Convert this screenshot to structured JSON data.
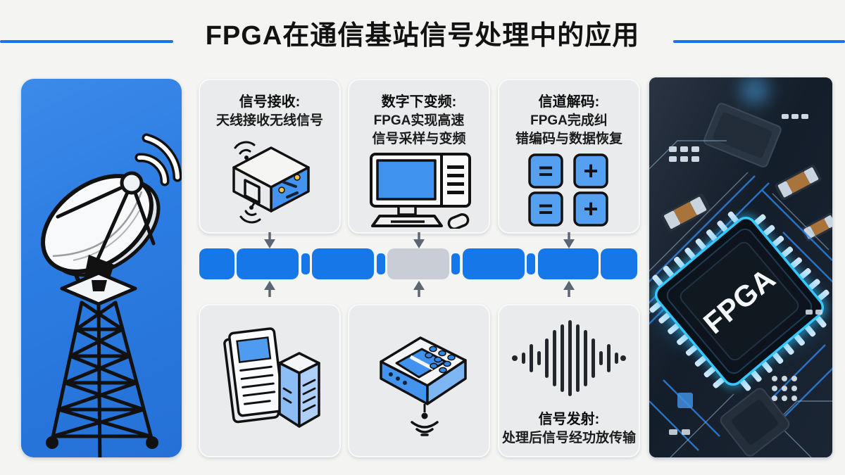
{
  "title": {
    "text": "FPGA在通信基站信号处理中的应用"
  },
  "top_cards": [
    {
      "id": "signal-receive",
      "title": "信号接收:",
      "lines": [
        "天线接收无线信号"
      ],
      "icon": "wireless-router-icon"
    },
    {
      "id": "digital-down-conversion",
      "title": "数字下变频:",
      "lines": [
        "FPGA实现高速",
        "信号采样与变频"
      ],
      "icon": "desktop-computer-icon"
    },
    {
      "id": "channel-decoding",
      "title": "信道解码:",
      "lines": [
        "FPGA完成纠",
        "错编码与数据恢复"
      ],
      "icon": "decode-keys-icon",
      "key_symbols": [
        "=",
        "+",
        "=",
        "+"
      ]
    }
  ],
  "bottom_cards": [
    {
      "id": "baseband-docs",
      "icon": "document-server-icon"
    },
    {
      "id": "rf-modem",
      "icon": "modem-device-icon"
    },
    {
      "id": "signal-transmit",
      "icon": "waveform-icon",
      "title": "信号发射:",
      "lines": [
        "处理后信号经功放传输"
      ]
    }
  ],
  "left_panel": {
    "illustration": "satellite-dish-tower-icon"
  },
  "right_panel": {
    "illustration": "fpga-circuit-board",
    "chip_label": "FPGA"
  },
  "process_bar": {
    "segments": [
      {
        "type": "blue",
        "w": 50
      },
      {
        "type": "blue",
        "w": 88
      },
      {
        "type": "connector",
        "w": 12
      },
      {
        "type": "blue",
        "w": 88
      },
      {
        "type": "connector",
        "w": 12
      },
      {
        "type": "gray",
        "w": 88
      },
      {
        "type": "connector",
        "w": 12
      },
      {
        "type": "blue",
        "w": 88
      },
      {
        "type": "connector",
        "w": 12
      },
      {
        "type": "blue",
        "w": 86
      },
      {
        "type": "blue",
        "w": 52
      }
    ]
  },
  "colors": {
    "accent_blue": "#1a73e8",
    "bar_blue": "#1677e8",
    "bar_gray": "#c9ced6",
    "panel_blue": "#2b7ce2",
    "card_bg": "#e9ebec",
    "arrow_gray": "#5d6773",
    "icon_blue": "#4494ef",
    "capacitor_tan": "#a9743c",
    "chip_glow": "#36c7ff",
    "title_black": "#121212"
  }
}
